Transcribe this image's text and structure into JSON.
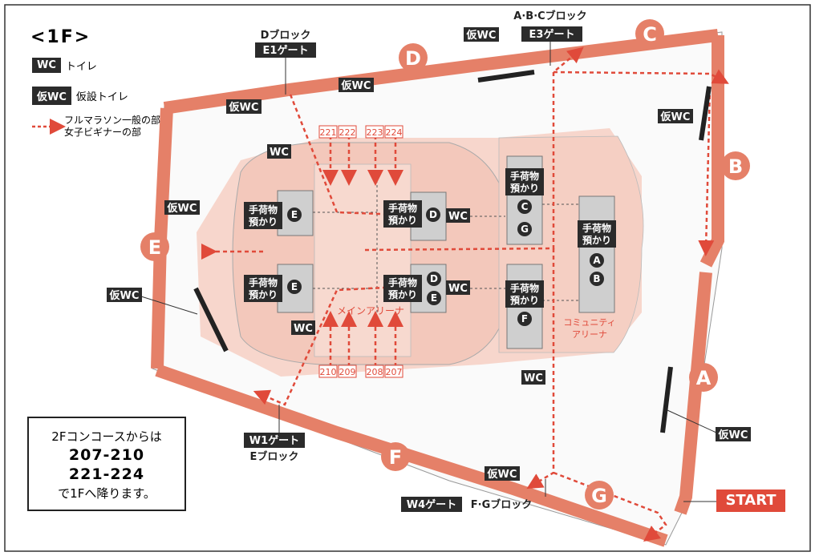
{
  "title": "<1F>",
  "legend": {
    "wc_badge": "WC",
    "wc_label": "トイレ",
    "temp_badge": "仮WC",
    "temp_label": "仮設トイレ",
    "route_line1": "フルマラソン一般の部",
    "route_line2": "女子ビギナーの部"
  },
  "info_box": {
    "line1": "2Fコンコースからは",
    "line2": "207-210",
    "line3": "221-224",
    "line4": "で1Fへ降ります。"
  },
  "start_label": "START",
  "blocks": [
    "A",
    "B",
    "C",
    "D",
    "E",
    "F",
    "G"
  ],
  "gates": {
    "e1": "E1ゲート",
    "e1_block": "Dブロック",
    "e3": "E3ゲート",
    "e3_block": "A·B·Cブロック",
    "w1": "W1ゲート",
    "w1_block": "Eブロック",
    "w4": "W4ゲート",
    "w4_block": "F·Gブロック"
  },
  "toilets": {
    "wc": "WC",
    "temp": "仮WC"
  },
  "baggage": {
    "line1": "手荷物",
    "line2": "預かり"
  },
  "baggage_letters": [
    "E",
    "E",
    "D",
    "D",
    "E",
    "C",
    "G",
    "A",
    "B",
    "F"
  ],
  "stairs_top": [
    "221",
    "222",
    "223",
    "224"
  ],
  "stairs_bottom": [
    "210",
    "209",
    "208",
    "207"
  ],
  "arena_main": "メインアリーナ",
  "arena_comm_line1": "コミュニティ",
  "arena_comm_line2": "アリーナ",
  "colors": {
    "route": "#e04a3a",
    "band": "#e58068",
    "zone": "#f7d6cc",
    "building": "#cfcfcf",
    "dark": "#2b2b2b"
  }
}
